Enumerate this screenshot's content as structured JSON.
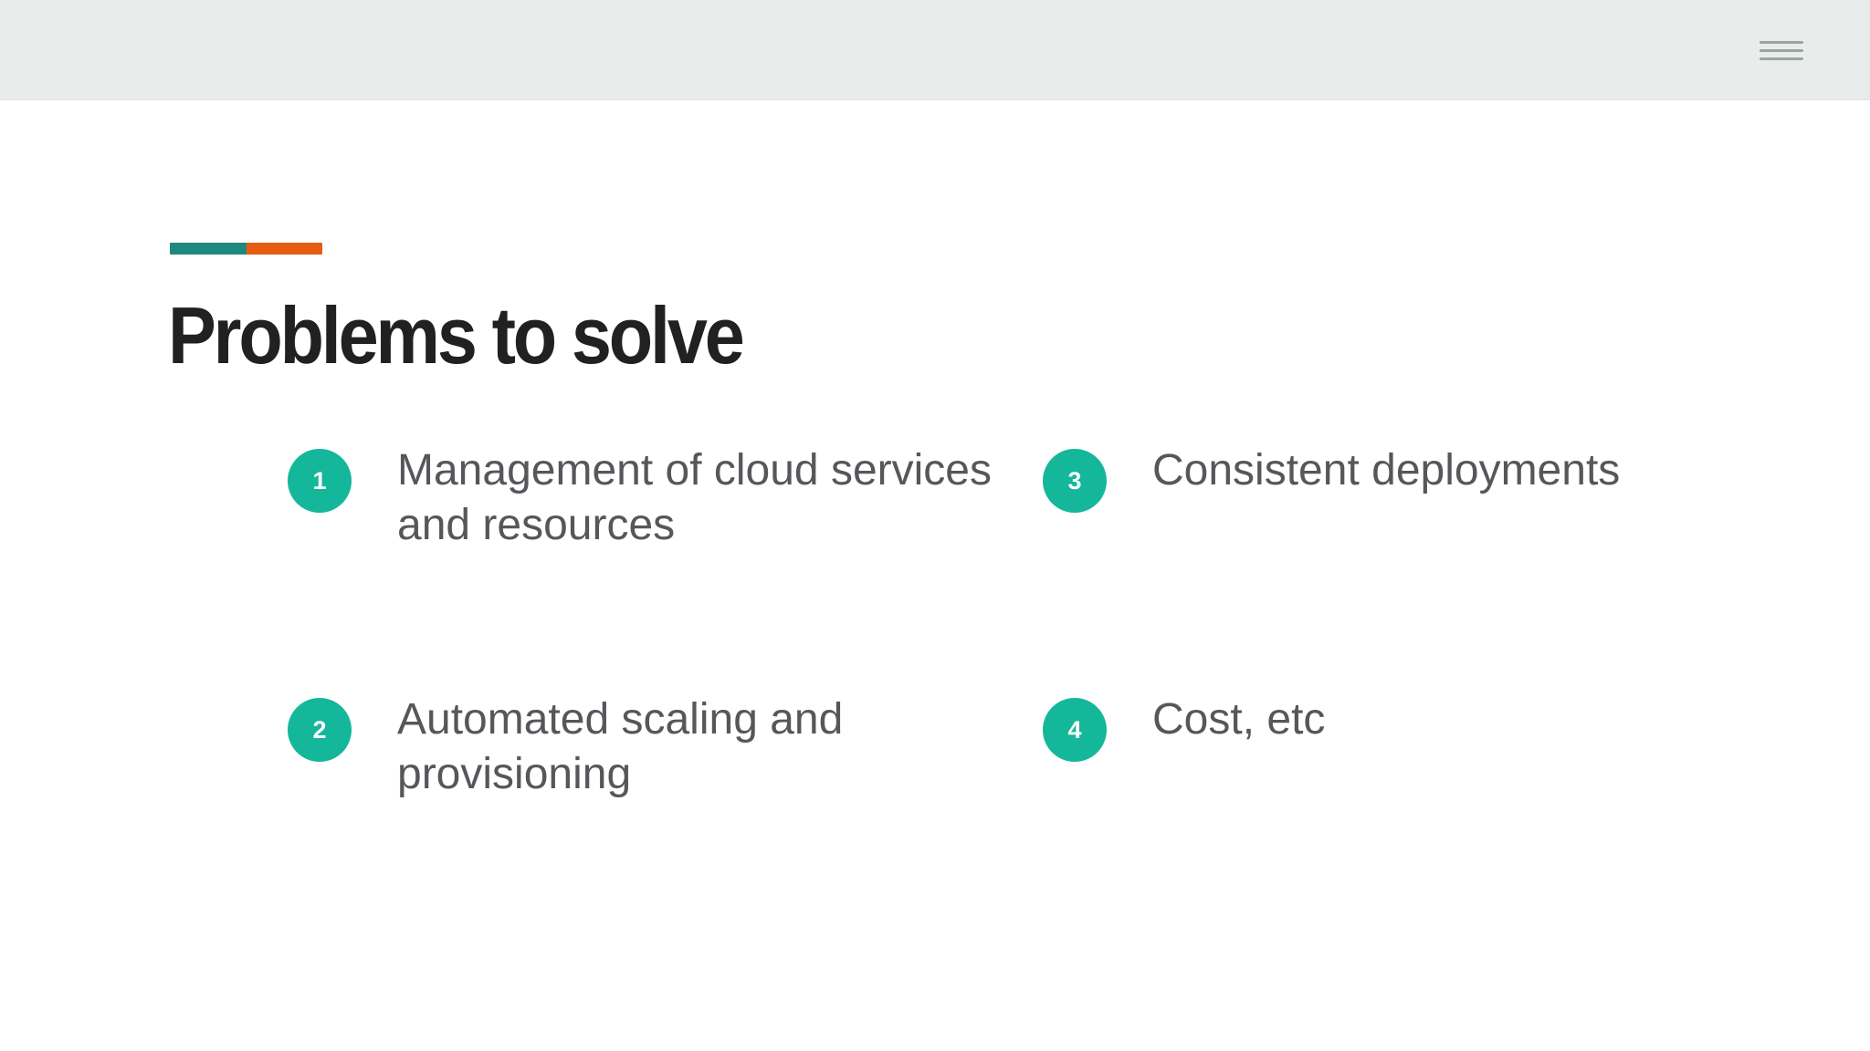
{
  "header": {
    "menu_icon": "hamburger-menu"
  },
  "slide": {
    "title": "Problems to solve",
    "items": [
      {
        "number": "1",
        "label": "Management of cloud services and resources"
      },
      {
        "number": "2",
        "label": "Automated scaling and provisioning"
      },
      {
        "number": "3",
        "label": "Consistent deployments"
      },
      {
        "number": "4",
        "label": "Cost, etc"
      }
    ],
    "colors": {
      "badge_teal": "#15B79A",
      "accent_teal": "#1F897D",
      "accent_orange": "#E65C12",
      "title_text": "#212121",
      "item_text": "#55575A",
      "header_bg": "#E8ECEA"
    }
  }
}
